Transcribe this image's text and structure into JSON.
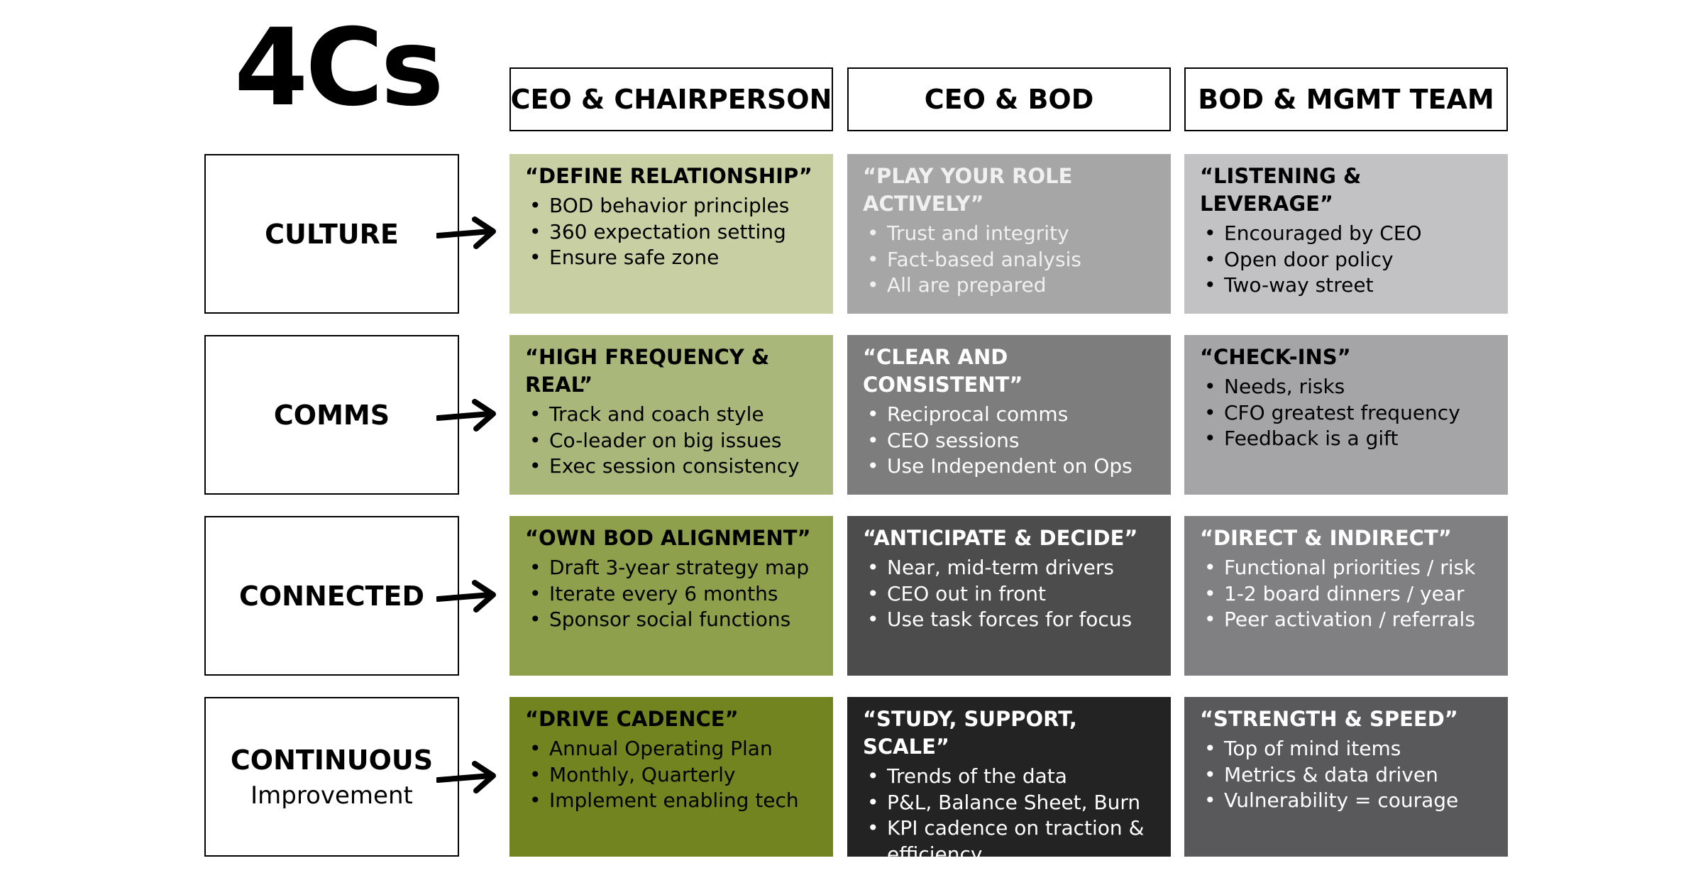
{
  "title": "4Cs",
  "columns": [
    "CEO & CHAIRPERSON",
    "CEO & BOD",
    "BOD & MGMT TEAM"
  ],
  "rows": [
    {
      "label": "CULTURE",
      "sublabel": ""
    },
    {
      "label": "COMMS",
      "sublabel": ""
    },
    {
      "label": "CONNECTED",
      "sublabel": ""
    },
    {
      "label": "CONTINUOUS",
      "sublabel": "Improvement"
    }
  ],
  "cells": [
    [
      {
        "heading": "“DEFINE RELATIONSHIP”",
        "bullets": [
          "BOD behavior principles",
          "360 expectation setting",
          "Ensure safe zone"
        ],
        "color": "#c8d0a3"
      },
      {
        "heading": "“PLAY YOUR ROLE ACTIVELY”",
        "bullets": [
          "Trust and integrity",
          "Fact-based analysis",
          "All are prepared"
        ],
        "color": "#a6a6a6"
      },
      {
        "heading": "“LISTENING & LEVERAGE”",
        "bullets": [
          "Encouraged by CEO",
          "Open door policy",
          "Two-way street"
        ],
        "color": "#c2c2c4"
      }
    ],
    [
      {
        "heading": "“HIGH FREQUENCY & REAL”",
        "bullets": [
          "Track and coach style",
          "Co-leader on big issues",
          "Exec session consistency"
        ],
        "color": "#aab77b"
      },
      {
        "heading": "“CLEAR AND CONSISTENT”",
        "bullets": [
          "Reciprocal comms",
          "CEO sessions",
          "Use Independent on Ops"
        ],
        "color": "#7d7d7d"
      },
      {
        "heading": "“CHECK-INS”",
        "bullets": [
          "Needs, risks",
          "CFO greatest frequency",
          "Feedback is a gift"
        ],
        "color": "#a5a5a7"
      }
    ],
    [
      {
        "heading": "“OWN BOD ALIGNMENT”",
        "bullets": [
          "Draft 3-year strategy map",
          "Iterate every 6 months",
          "Sponsor social functions"
        ],
        "color": "#8fa04d"
      },
      {
        "heading": "“ANTICIPATE & DECIDE”",
        "bullets": [
          "Near, mid-term drivers",
          "CEO out in front",
          "Use task forces for focus"
        ],
        "color": "#4c4c4c"
      },
      {
        "heading": "“DIRECT & INDIRECT”",
        "bullets": [
          "Functional priorities / risk",
          "1-2 board dinners / year",
          "Peer activation / referrals"
        ],
        "color": "#808083"
      }
    ],
    [
      {
        "heading": "“DRIVE CADENCE”",
        "bullets": [
          "Annual Operating Plan",
          "Monthly, Quarterly",
          "Implement enabling tech"
        ],
        "color": "#718420"
      },
      {
        "heading": "“STUDY, SUPPORT, SCALE”",
        "bullets": [
          "Trends of the data",
          "P&L, Balance Sheet, Burn",
          "KPI cadence on traction & efficiency"
        ],
        "color": "#232323"
      },
      {
        "heading": "“STRENGTH & SPEED”",
        "bullets": [
          "Top of mind items",
          "Metrics & data driven",
          "Vulnerability = courage"
        ],
        "color": "#59595c"
      }
    ]
  ]
}
